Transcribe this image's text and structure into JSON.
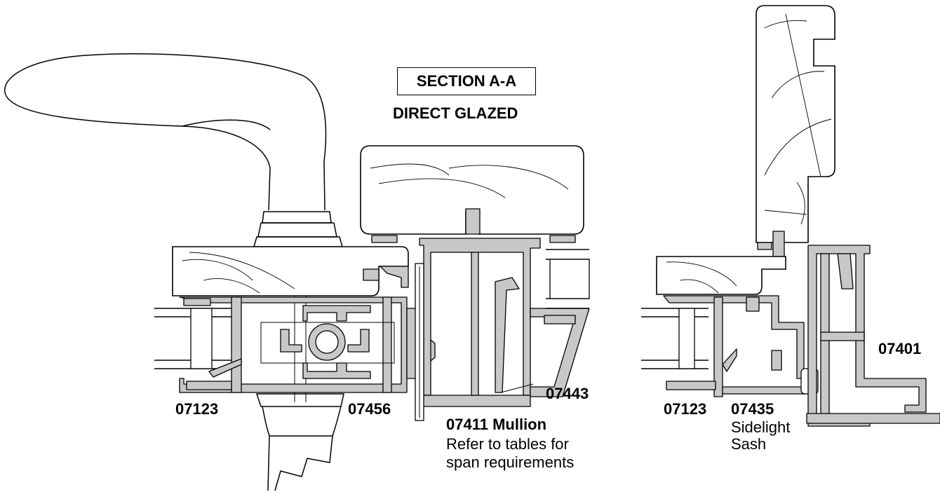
{
  "section_title": "SECTION A-A",
  "subtitle": "DIRECT GLAZED",
  "labels": {
    "left_outer_frame": "07123",
    "left_sash": "07456",
    "mullion_clip": "07443",
    "mullion_code": "07411 Mullion",
    "mullion_note_1": "Refer to tables for",
    "mullion_note_2": "span requirements",
    "right_outer_frame": "07123",
    "sidelight_code": "07435",
    "sidelight_line_1": "Sidelight",
    "sidelight_line_2": "Sash",
    "right_frame": "07401"
  },
  "colors": {
    "line": "#000000",
    "aluminium_fill": "#c8c8c8",
    "background": "#ffffff"
  }
}
